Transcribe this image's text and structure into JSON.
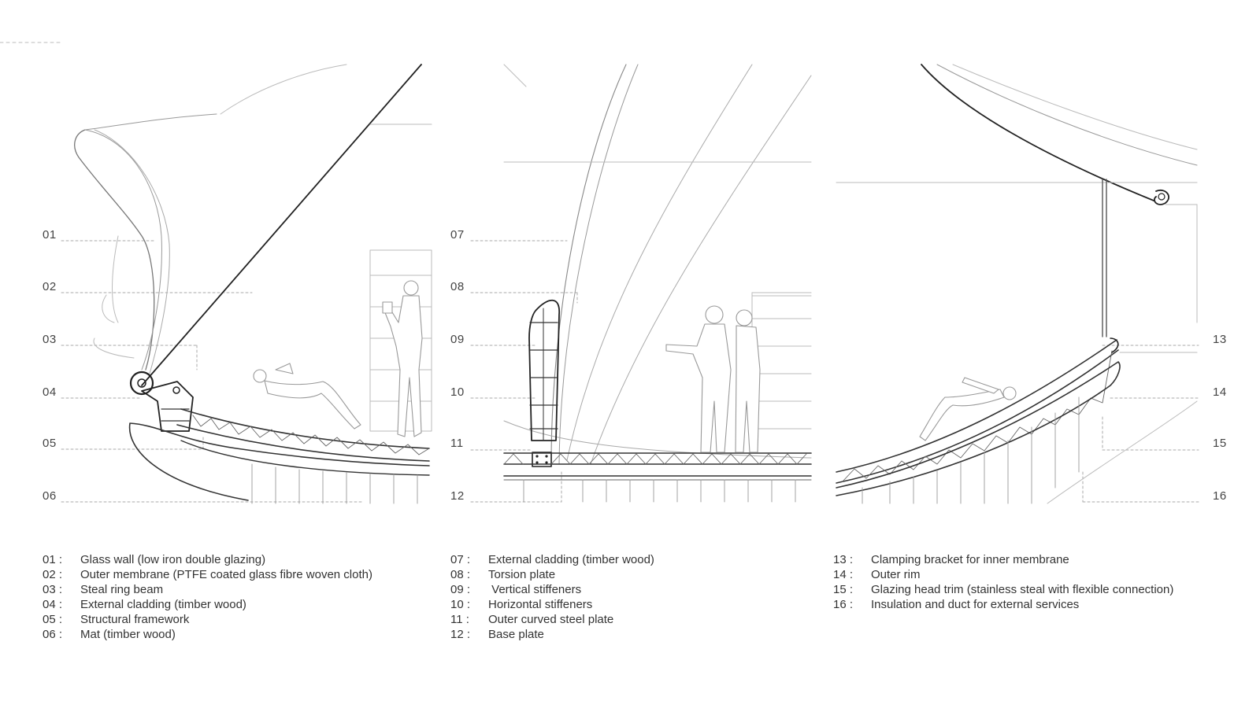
{
  "callouts": {
    "left": [
      "01",
      "02",
      "03",
      "04",
      "05",
      "06"
    ],
    "middle": [
      "07",
      "08",
      "09",
      "10",
      "11",
      "12"
    ],
    "right": [
      "13",
      "14",
      "15",
      "16"
    ]
  },
  "legend": {
    "col1": [
      {
        "num": "01 :",
        "text": "Glass wall (low iron double glazing)"
      },
      {
        "num": "02 :",
        "text": "Outer membrane (PTFE coated glass fibre woven cloth)"
      },
      {
        "num": "03 :",
        "text": "Steal ring beam"
      },
      {
        "num": "04 :",
        "text": "External cladding (timber wood)"
      },
      {
        "num": "05 :",
        "text": "Structural framework"
      },
      {
        "num": "06 :",
        "text": "Mat (timber wood)"
      }
    ],
    "col2": [
      {
        "num": "07 :",
        "text": "External cladding (timber wood)"
      },
      {
        "num": "08 :",
        "text": "Torsion plate"
      },
      {
        "num": "09 :",
        "text": " Vertical stiffeners"
      },
      {
        "num": "10 :",
        "text": "Horizontal stiffeners"
      },
      {
        "num": "11 :",
        "text": "Outer curved steel plate"
      },
      {
        "num": "12 :",
        "text": "Base plate"
      }
    ],
    "col3": [
      {
        "num": "13 :",
        "text": "Clamping bracket for inner membrane"
      },
      {
        "num": "14 :",
        "text": "Outer rim"
      },
      {
        "num": "15 :",
        "text": "Glazing head trim (stainless steal with flexible connection)"
      },
      {
        "num": "16 :",
        "text": "Insulation and duct for external services"
      }
    ]
  }
}
